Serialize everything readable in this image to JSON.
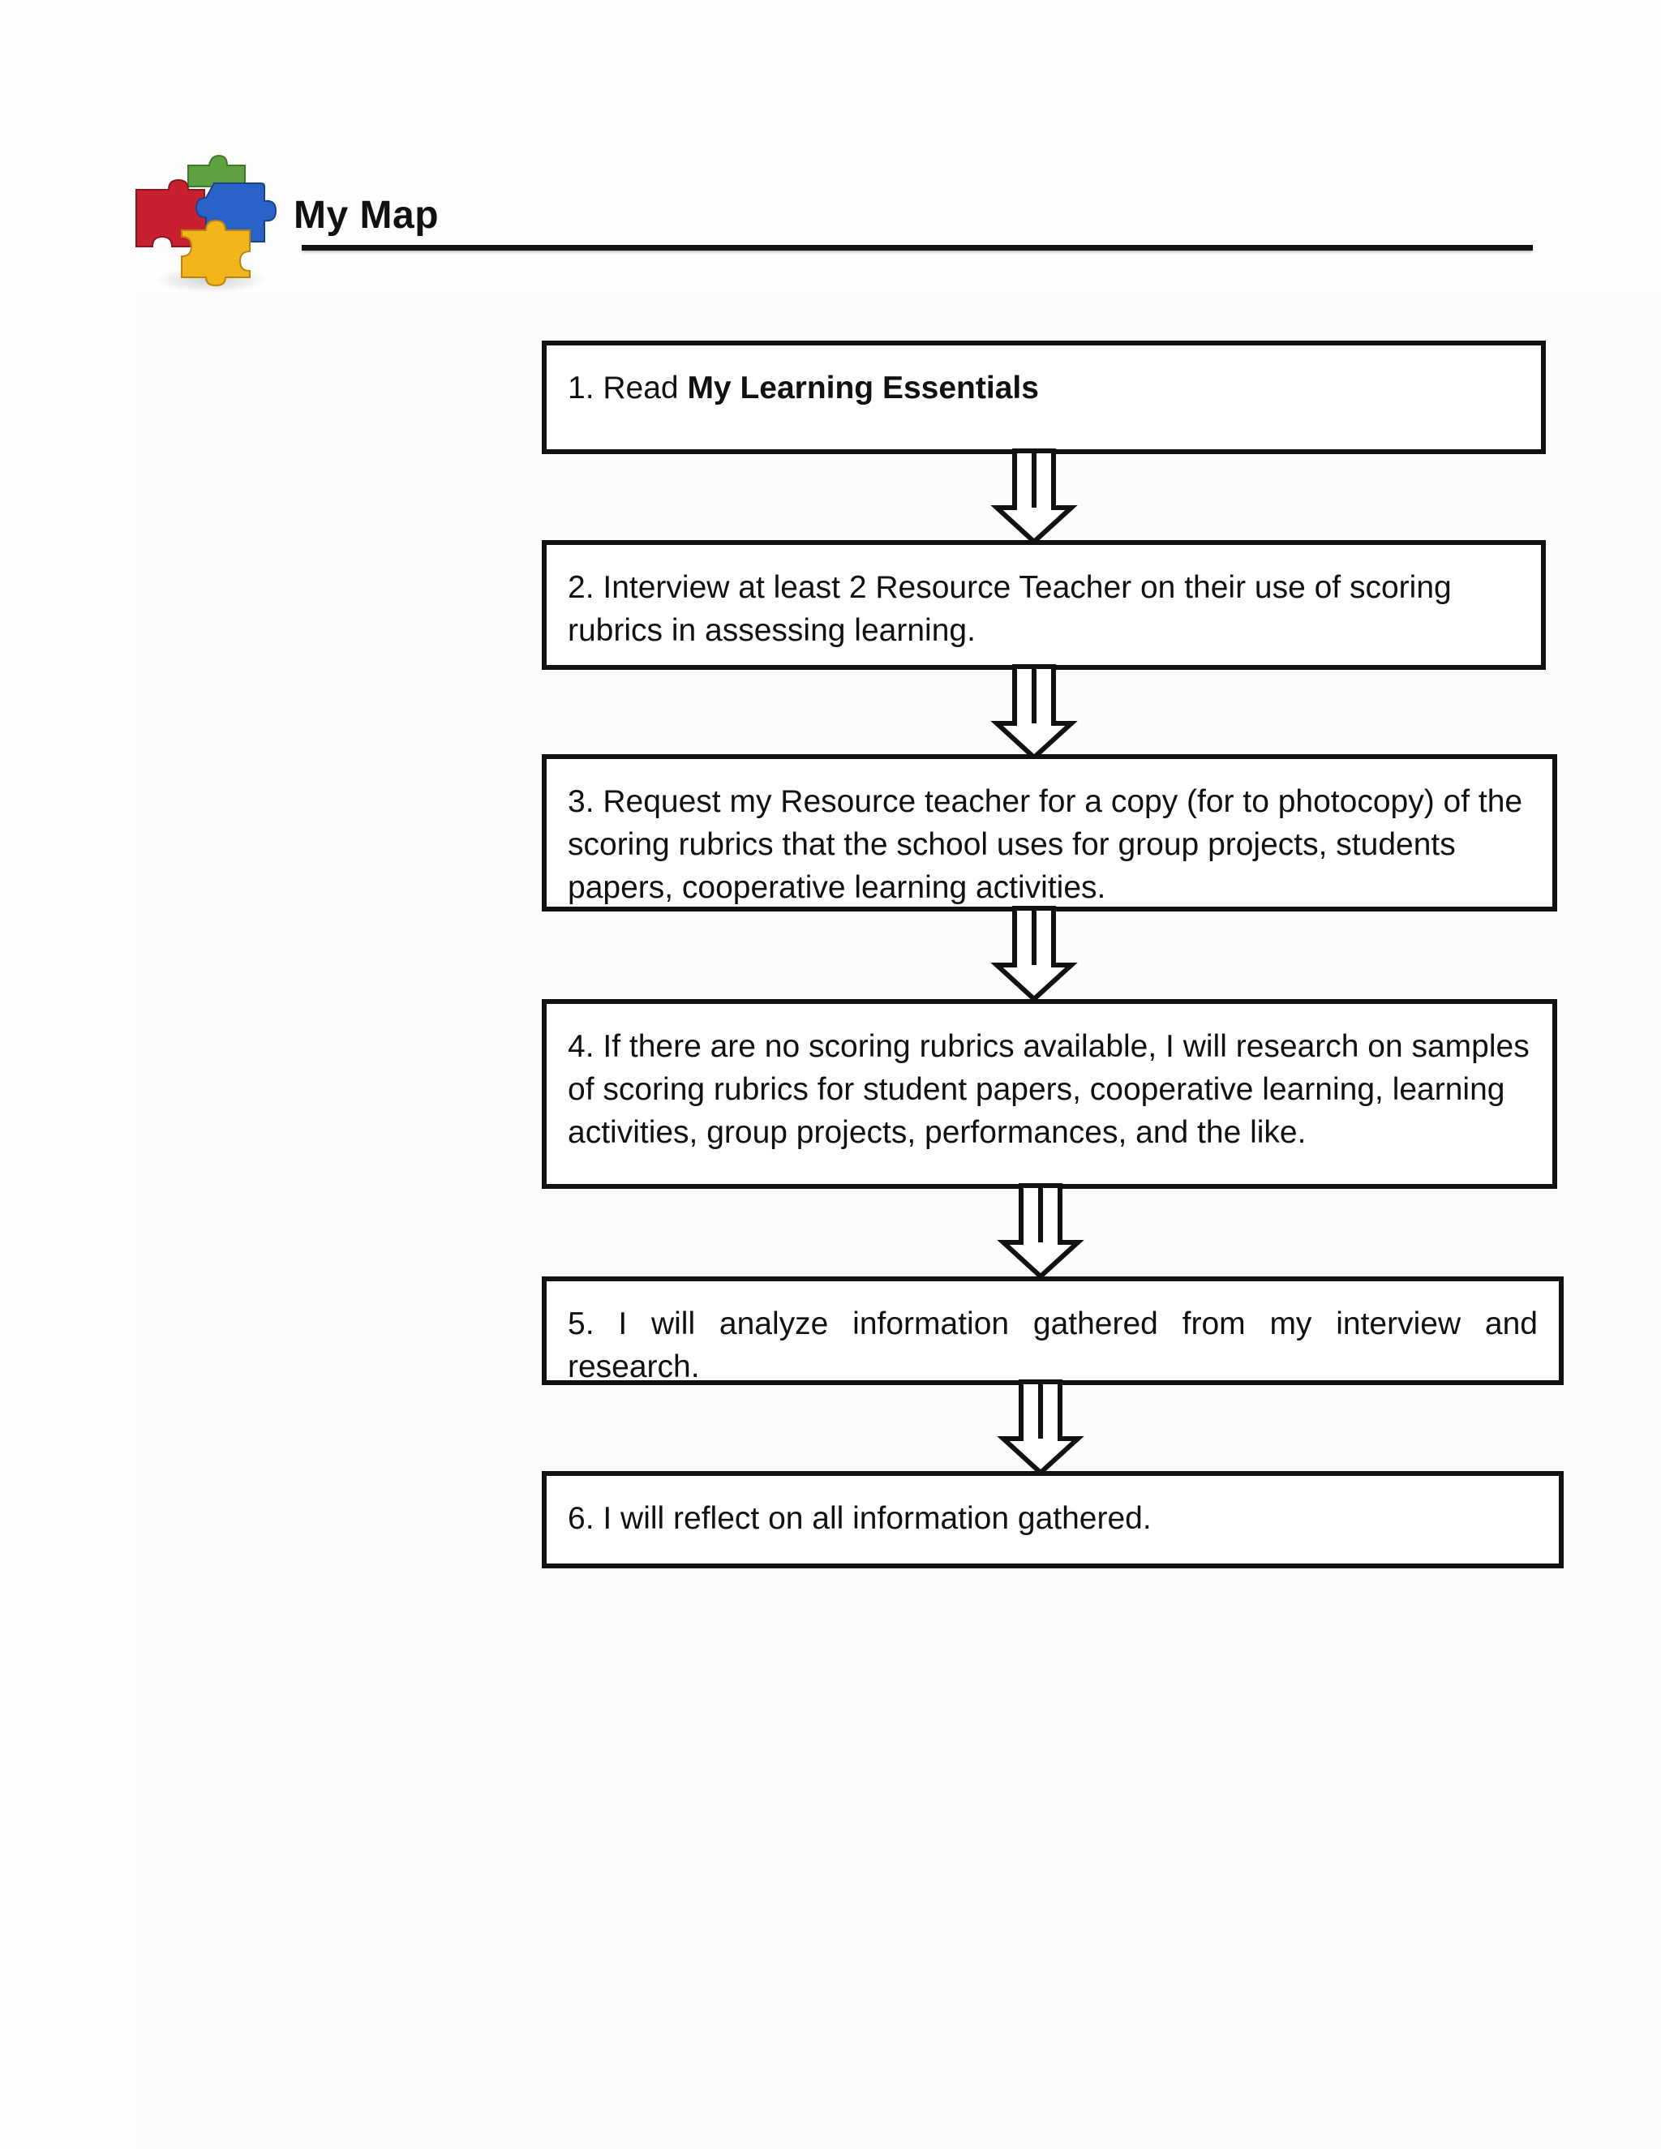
{
  "header": {
    "title": "My Map",
    "logo_icon": "puzzle-pieces-icon"
  },
  "flow": {
    "steps": [
      {
        "id": "step-1",
        "text_plain": "1. Read ",
        "text_bold": "My Learning Essentials"
      },
      {
        "id": "step-2",
        "text": "2. Interview at least 2 Resource Teacher on their use of scoring rubrics in assessing learning."
      },
      {
        "id": "step-3",
        "text": "3. Request my Resource teacher for a copy (for to photocopy) of the scoring rubrics that the school uses for group projects, students papers, cooperative learning activities."
      },
      {
        "id": "step-4",
        "text": "4. If there are no scoring rubrics available, I will research on samples of scoring rubrics for student papers, cooperative learning, learning activities, group projects, performances, and the like."
      },
      {
        "id": "step-5",
        "text": "5. I will analyze information gathered from my interview and research."
      },
      {
        "id": "step-6",
        "text": "6. I will reflect on all information gathered."
      }
    ],
    "arrow_icon": "down-arrow-icon",
    "colors": {
      "border": "#111111",
      "puzzle_red": "#c8202f",
      "puzzle_green": "#5fa040",
      "puzzle_blue": "#2a63c8",
      "puzzle_yellow": "#f2b51c"
    }
  }
}
